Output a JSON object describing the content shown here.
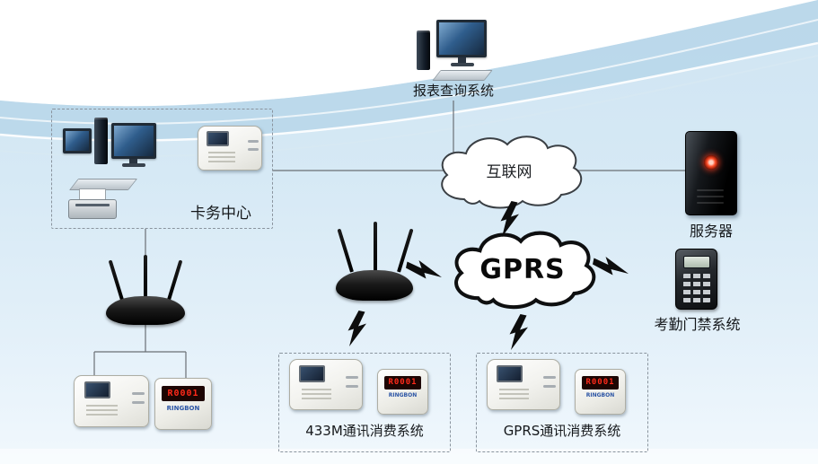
{
  "colors": {
    "background": "#d6e9f5",
    "wave_band": "#b7d6e9",
    "wire": "#6a6f75",
    "bolt": "#0d0d0d",
    "led_text": "#ff2a1a",
    "dashed_border": "#8a949e"
  },
  "nodes": {
    "report_system": {
      "label": "报表查询系统"
    },
    "card_center": {
      "label": "卡务中心"
    },
    "internet": {
      "label": "互联网"
    },
    "server": {
      "label": "服务器"
    },
    "gprs": {
      "label": "GPRS"
    },
    "attendance": {
      "label": "考勤门禁系统"
    },
    "consumption_433m": {
      "label": "433M通讯消费系统"
    },
    "consumption_gprs": {
      "label": "GPRS通讯消费系统"
    }
  },
  "devices": {
    "led_display": {
      "text": "R0001",
      "brand": "RINGBON"
    }
  }
}
